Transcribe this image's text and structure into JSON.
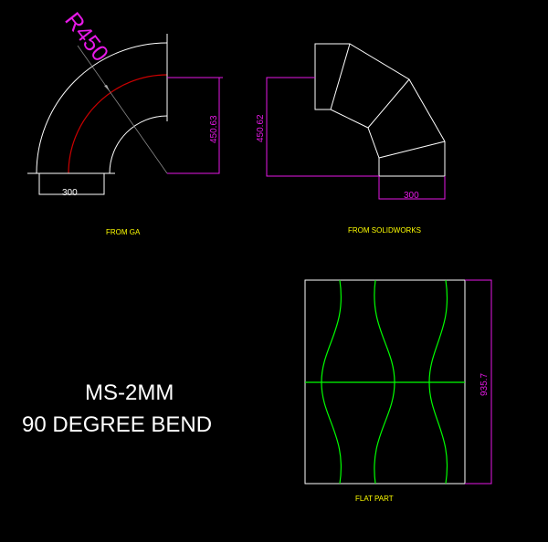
{
  "left_view": {
    "radius_label": "R450",
    "width_dim": "300",
    "height_dim": "450.63",
    "caption": "FROM GA"
  },
  "right_view": {
    "height_dim": "450.62",
    "width_dim": "300",
    "caption": "FROM SOLIDWORKS"
  },
  "flat_view": {
    "height_dim": "935.7",
    "caption": "FLAT PART"
  },
  "spec": {
    "line1": "MS-2MM",
    "line2": "90 DEGREE BEND"
  },
  "colors": {
    "background": "#000000",
    "geometry": "#ffffff",
    "dimension": "#e619e6",
    "caption": "#ffff00",
    "centerline": "#cc0000",
    "flat_pattern": "#00ff00"
  }
}
